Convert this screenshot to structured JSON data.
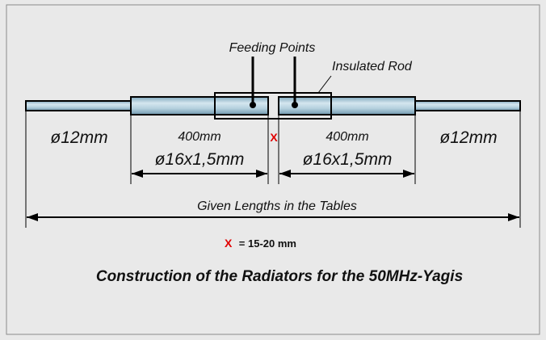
{
  "labels": {
    "feeding_points": "Feeding Points",
    "insulated_rod": "Insulated Rod",
    "outer_left_diameter": "ø12mm",
    "outer_right_diameter": "ø12mm",
    "inner_left_length": "400mm",
    "inner_right_length": "400mm",
    "inner_left_tube": "ø16x1,5mm",
    "inner_right_tube": "ø16x1,5mm",
    "gap_marker": "X",
    "total_length": "Given Lengths in the Tables",
    "gap_note_marker": "X",
    "gap_note_value": "= 15-20 mm",
    "title": "Construction of the Radiators for the 50MHz-Yagis"
  },
  "colors": {
    "background": "#e9e9e9",
    "frame": "#8a8a8a",
    "tube_fill": "#a9c9d9",
    "tube_highlight": "#d4e6ef",
    "tube_outline": "#000000",
    "accent_red": "#e00000"
  }
}
